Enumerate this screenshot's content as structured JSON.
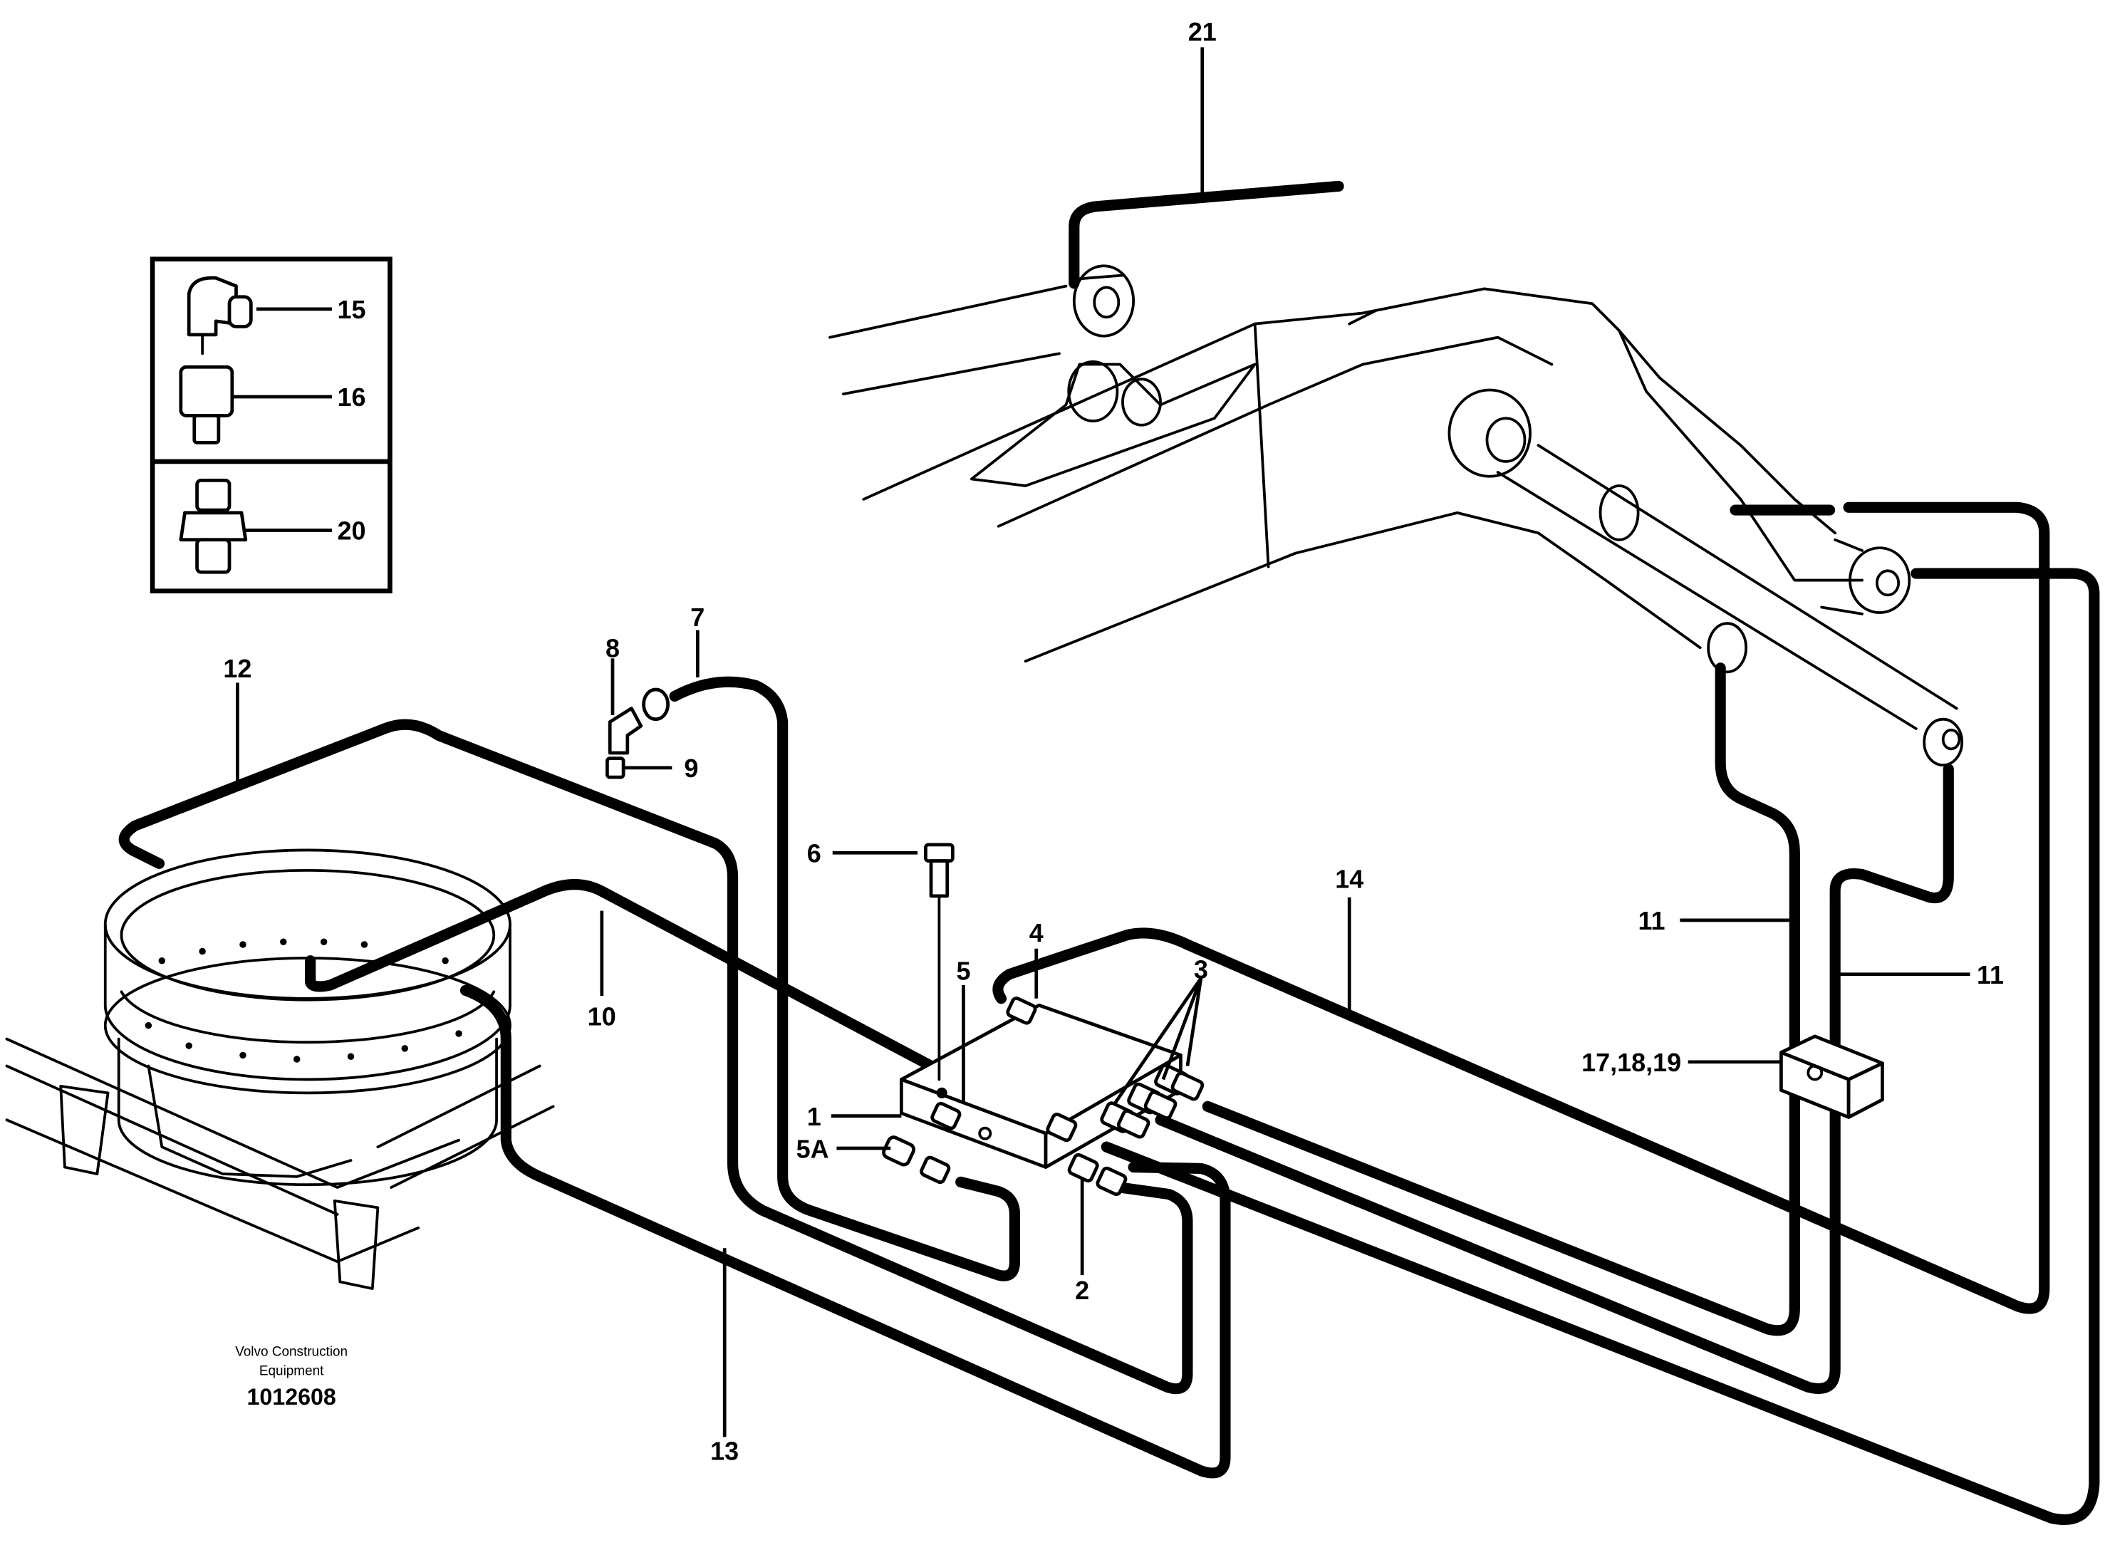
{
  "callouts": {
    "c1": "1",
    "c2": "2",
    "c3": "3",
    "c4": "4",
    "c5": "5",
    "c5a": "5A",
    "c6": "6",
    "c7": "7",
    "c8": "8",
    "c9": "9",
    "c10": "10",
    "c11a": "11",
    "c11b": "11",
    "c12": "12",
    "c13": "13",
    "c14": "14",
    "c15": "15",
    "c16": "16",
    "c17": "17,18,19",
    "c20": "20",
    "c21": "21"
  },
  "caption": {
    "line1": "Volvo Construction",
    "line2": "Equipment",
    "figure_number": "1012608"
  }
}
